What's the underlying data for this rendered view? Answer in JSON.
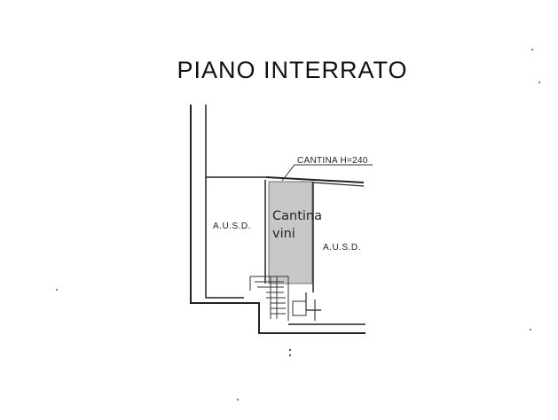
{
  "title": "PIANO INTERRATO",
  "rooms": {
    "left_label": "A.U.S.D.",
    "right_label": "A.U.S.D.",
    "cellar_heading": "CANTINA H=240",
    "wine_cellar": {
      "line1": "Cantina",
      "line2": "vini",
      "fill": "#c8c8c8"
    }
  },
  "colors": {
    "wall": "#222222",
    "background": "#ffffff"
  }
}
